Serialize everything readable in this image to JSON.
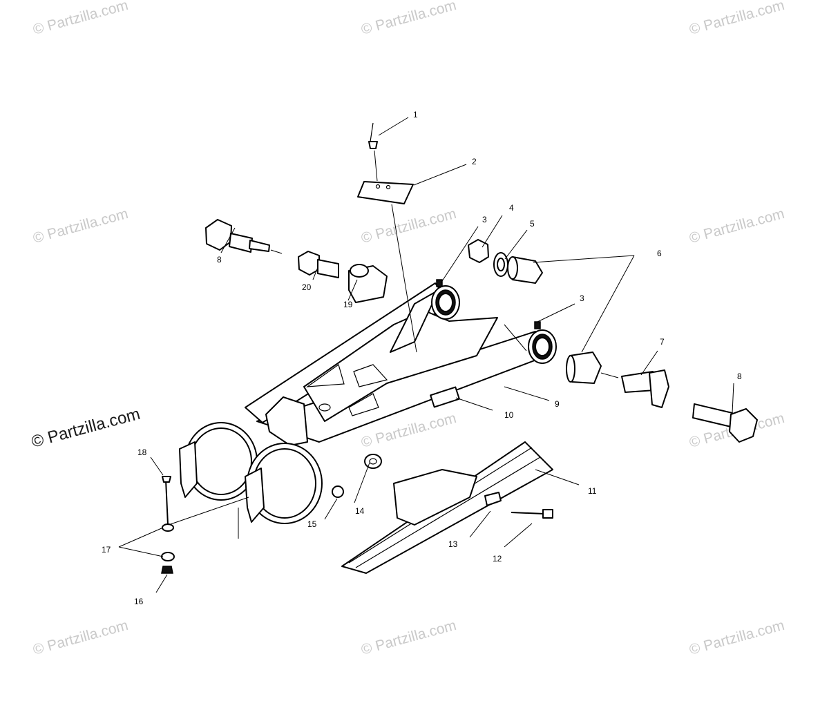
{
  "watermark": {
    "text": "© Partzilla.com",
    "primary_text": "© Partzilla.com",
    "color": "#c9c9c9",
    "primary_color": "#1a1a1a"
  },
  "callouts": [
    "1",
    "2",
    "3",
    "3",
    "4",
    "5",
    "6",
    "7",
    "8",
    "8",
    "9",
    "10",
    "11",
    "12",
    "13",
    "14",
    "15",
    "16",
    "17",
    "18",
    "19",
    "20"
  ]
}
